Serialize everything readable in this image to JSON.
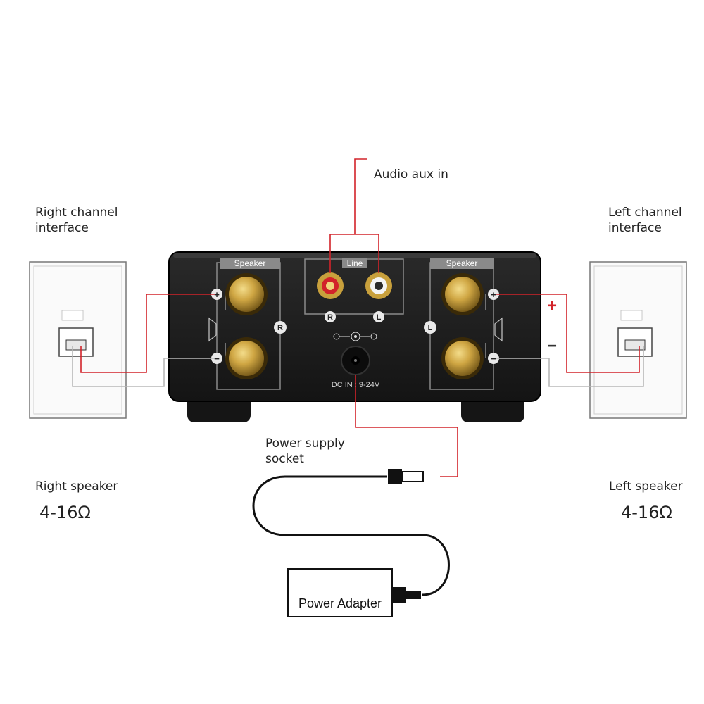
{
  "labels": {
    "audio_aux_in": "Audio aux in",
    "right_channel": [
      "Right channel",
      "interface"
    ],
    "left_channel": [
      "Left channel",
      "interface"
    ],
    "power_socket": [
      "Power supply",
      "socket"
    ],
    "right_speaker": "Right speaker",
    "left_speaker": "Left speaker",
    "right_impedance": "4-16Ω",
    "left_impedance": "4-16Ω",
    "power_adapter": "Power  Adapter"
  },
  "panel": {
    "speaker_left_title": "Speaker",
    "speaker_right_title": "Speaker",
    "line_title": "Line",
    "rca_r": "R",
    "rca_l": "L",
    "ch_r": "R",
    "ch_l": "L",
    "dc_in": "DC IN : 9-24V"
  },
  "polarity": {
    "plus": "+",
    "minus": "−"
  },
  "colors": {
    "wire_red": "#d2232a",
    "wire_gray": "#b8b8b8",
    "amp_body": "#1c1c1c",
    "brass": "#c9a23a"
  }
}
